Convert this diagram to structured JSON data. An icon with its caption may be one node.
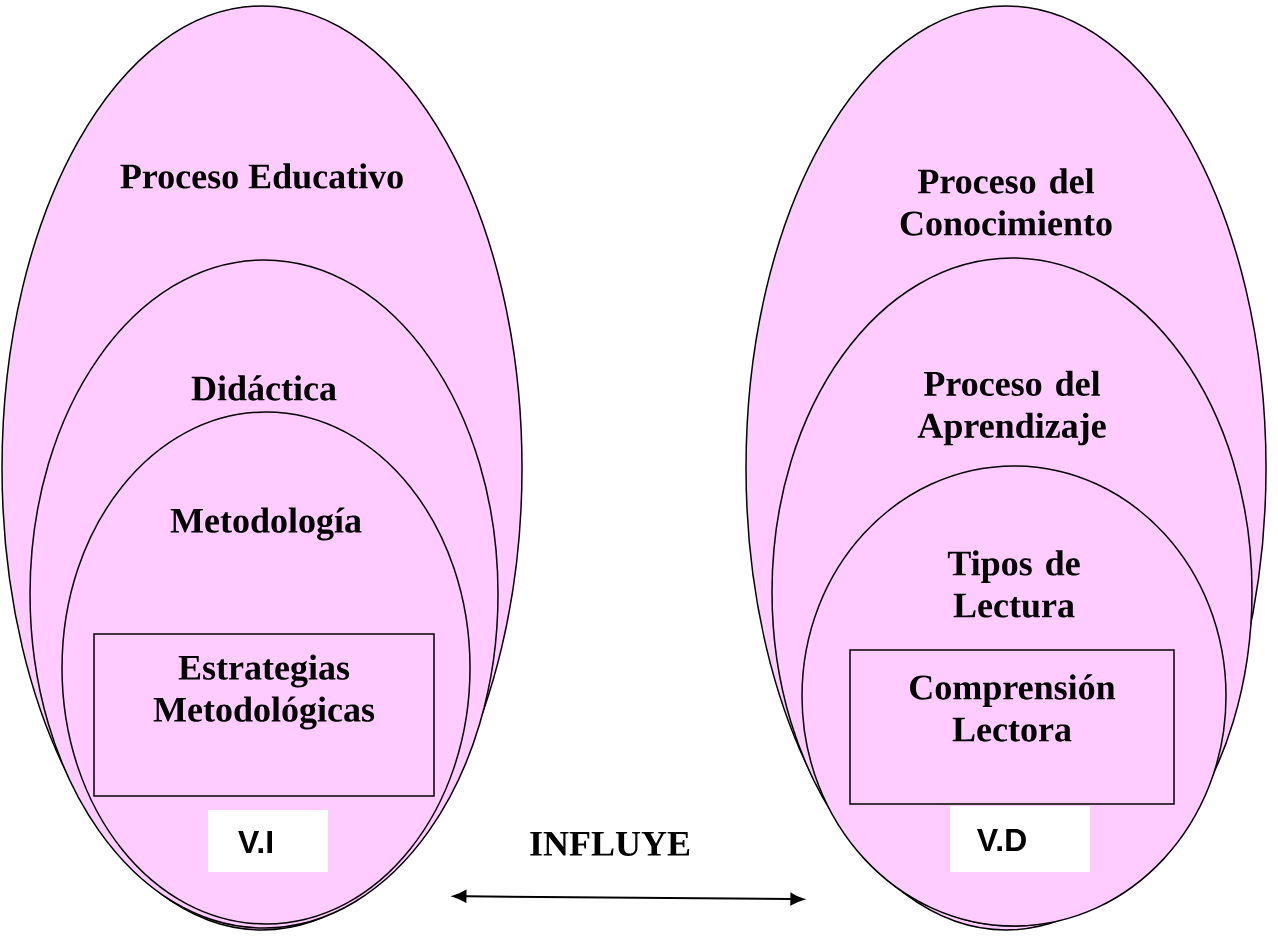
{
  "diagram": {
    "nodes": [
      {
        "text": [
          "Proceso Educativo"
        ]
      },
      {
        "text": [
          "Didáctica"
        ],
        "in": 0
      },
      {
        "text": [
          "Metodología"
        ],
        "in": 1
      },
      {
        "text": [
          "Estrategias Metodológicas"
        ],
        "in": 2
      },
      {
        "text": [
          "V.I"
        ],
        "in": 2
      },
      {
        "text": [
          "Proceso del Conocimiento"
        ]
      },
      {
        "text": [
          "Proceso del Aprendizaje"
        ],
        "in": 5
      },
      {
        "text": [
          "Tipos de Lectura"
        ],
        "in": 6
      },
      {
        "text": [
          "Comprensión Lectora"
        ],
        "in": 7
      },
      {
        "text": [
          "V.D"
        ],
        "in": 7
      }
    ],
    "edges": [
      {
        "from": 0,
        "to": 5,
        "arrow": "both",
        "label": "INFLUYE"
      }
    ]
  }
}
